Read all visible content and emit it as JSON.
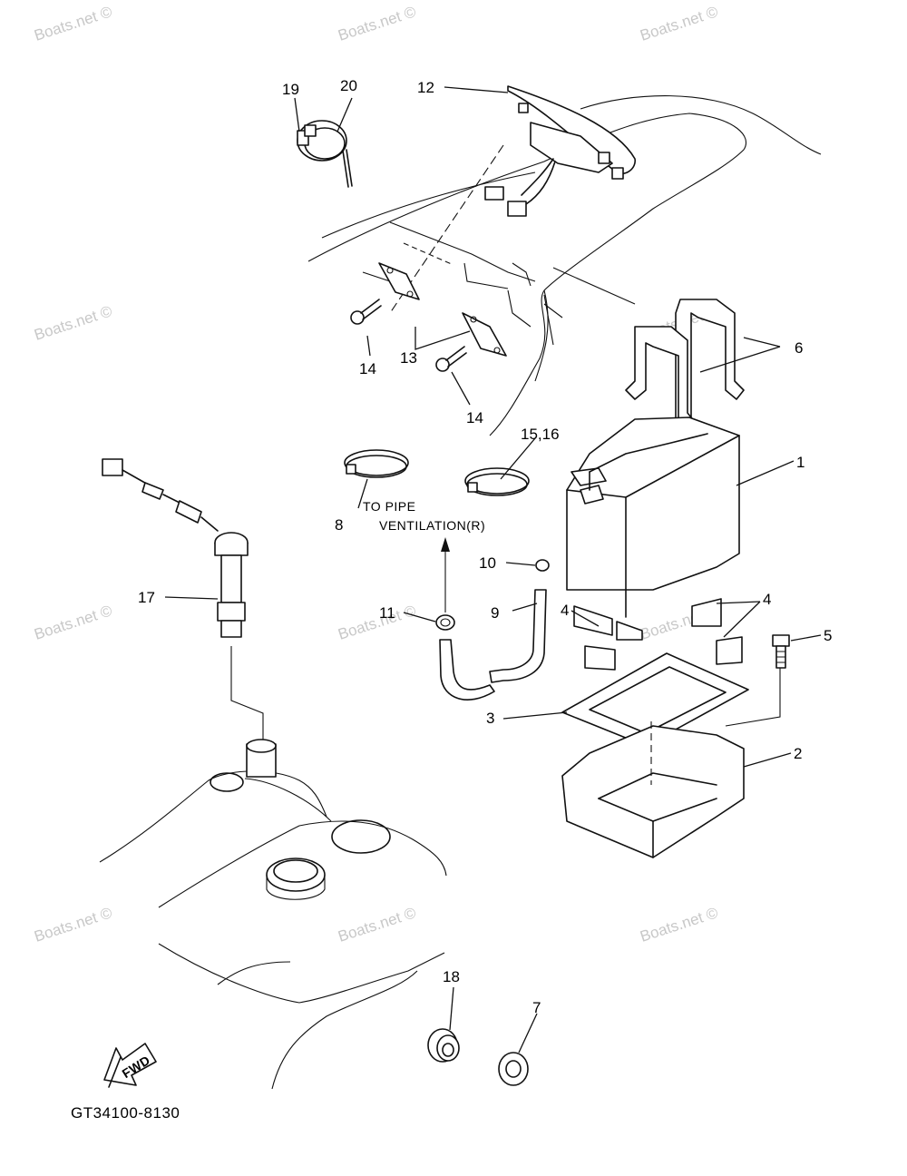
{
  "watermark": "Boats.net ©",
  "diagram_code": "GT34100-8130",
  "fwd_label": "FWD",
  "ventilation_note": {
    "line1": "TO PIPE",
    "line2": "VENTILATION(R)"
  },
  "callouts": {
    "c1": "1",
    "c2": "2",
    "c3": "3",
    "c4a": "4",
    "c4b": "4",
    "c5": "5",
    "c6": "6",
    "c7": "7",
    "c8": "8",
    "c9": "9",
    "c10": "10",
    "c11": "11",
    "c12": "12",
    "c13": "13",
    "c14a": "14",
    "c14b": "14",
    "c15_16": "15,16",
    "c17": "17",
    "c18": "18",
    "c19": "19",
    "c20": "20"
  }
}
